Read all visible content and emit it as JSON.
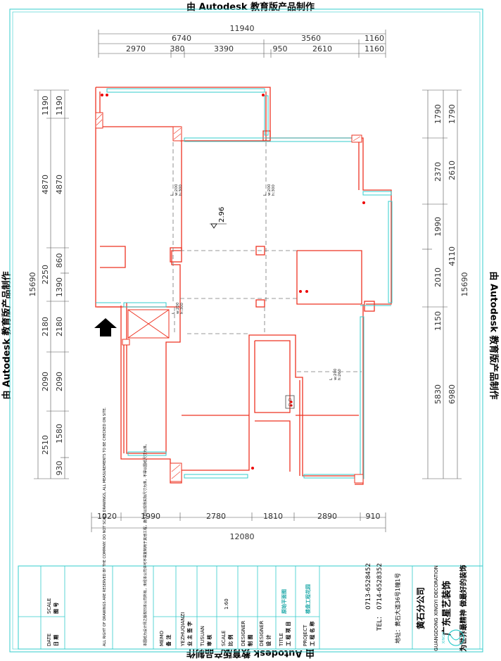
{
  "watermark": "由 Autodesk 教育版产品制作",
  "dimensions": {
    "top_overall": "11940",
    "top_mid": [
      "6740",
      "3560",
      "1160"
    ],
    "top_detail": [
      "2970",
      "380",
      "3390",
      "950",
      "2610",
      "1160"
    ],
    "bottom_detail": [
      "1020",
      "1990",
      "2780",
      "1810",
      "2890",
      "910"
    ],
    "bottom_overall": "12080",
    "left_overall": "15690",
    "left_mid": [
      "1190",
      "4870",
      "2250",
      "2180",
      "2090",
      "2510"
    ],
    "left_detail": [
      "1190",
      "4870",
      "860",
      "1390",
      "2180",
      "2090",
      "1580",
      "930"
    ],
    "right_overall": "15690",
    "right_mid": [
      "1790",
      "2610",
      "4110",
      "6980"
    ],
    "right_detail": [
      "1790",
      "2370",
      "1990",
      "2010",
      "1150",
      "5830"
    ]
  },
  "plan": {
    "level_mark": "2.96",
    "lights": [
      {
        "label": "L",
        "w": "w:200",
        "h": "h:300"
      },
      {
        "label": "L",
        "w": "w:200",
        "h": "h:300"
      },
      {
        "label": "L",
        "w": "w:200",
        "h": "h:300"
      },
      {
        "label": "L",
        "w": "w:200",
        "h": "h:260"
      }
    ]
  },
  "title_block": {
    "slogan": "为世界最精神 做最好的装饰",
    "company_cn": "广东星艺装饰",
    "company_en": "GUANGDONG XINGYI DECORATION",
    "branch": "黄石分公司",
    "address": "地址：黄石大道36号1幢1号",
    "tel_label": "TEL：",
    "tel_numbers": [
      "0714-6528352",
      "0713-6528452"
    ],
    "logo_text": "XINGYI",
    "rows": [
      {
        "cn": "工 程 名 称",
        "en": "PROJECT",
        "value": "楼盘工程花园"
      },
      {
        "cn": "工 程 项 目",
        "en": "TITLE",
        "value": "原始平面图"
      },
      {
        "cn": "设 计",
        "en": "DESIGNER",
        "value": ""
      },
      {
        "cn": "制 图",
        "en": "DESIGNER",
        "value": ""
      },
      {
        "cn": "比 例",
        "en": "SCALE",
        "value": "1:60"
      },
      {
        "cn": "审 核",
        "en": "TUSUAN",
        "value": ""
      },
      {
        "cn": "业 主 签 字",
        "en": "YEZHUQIANZI",
        "value": ""
      },
      {
        "cn": "备 注",
        "en": "MEMO",
        "value": ""
      }
    ],
    "notice_cn": "本图纸为设计师之版权归本公司所有，未经本公司许可不得复制用于其他工程，施工时以现场实际尺寸为准，不得以图纸尺寸为准。",
    "notice_en": "ALL RIGHT OF DRAWINGS ARE RESERVED BY THE COMPANY. DO NOT SCALE DRAWINGS, ALL MEASUREMENTS TO BE CHECKED ON SITE.",
    "date_label": "日 期",
    "date_en": "DATE",
    "drawing_no_label": "图 号",
    "drawing_no_en": "SCALE"
  }
}
